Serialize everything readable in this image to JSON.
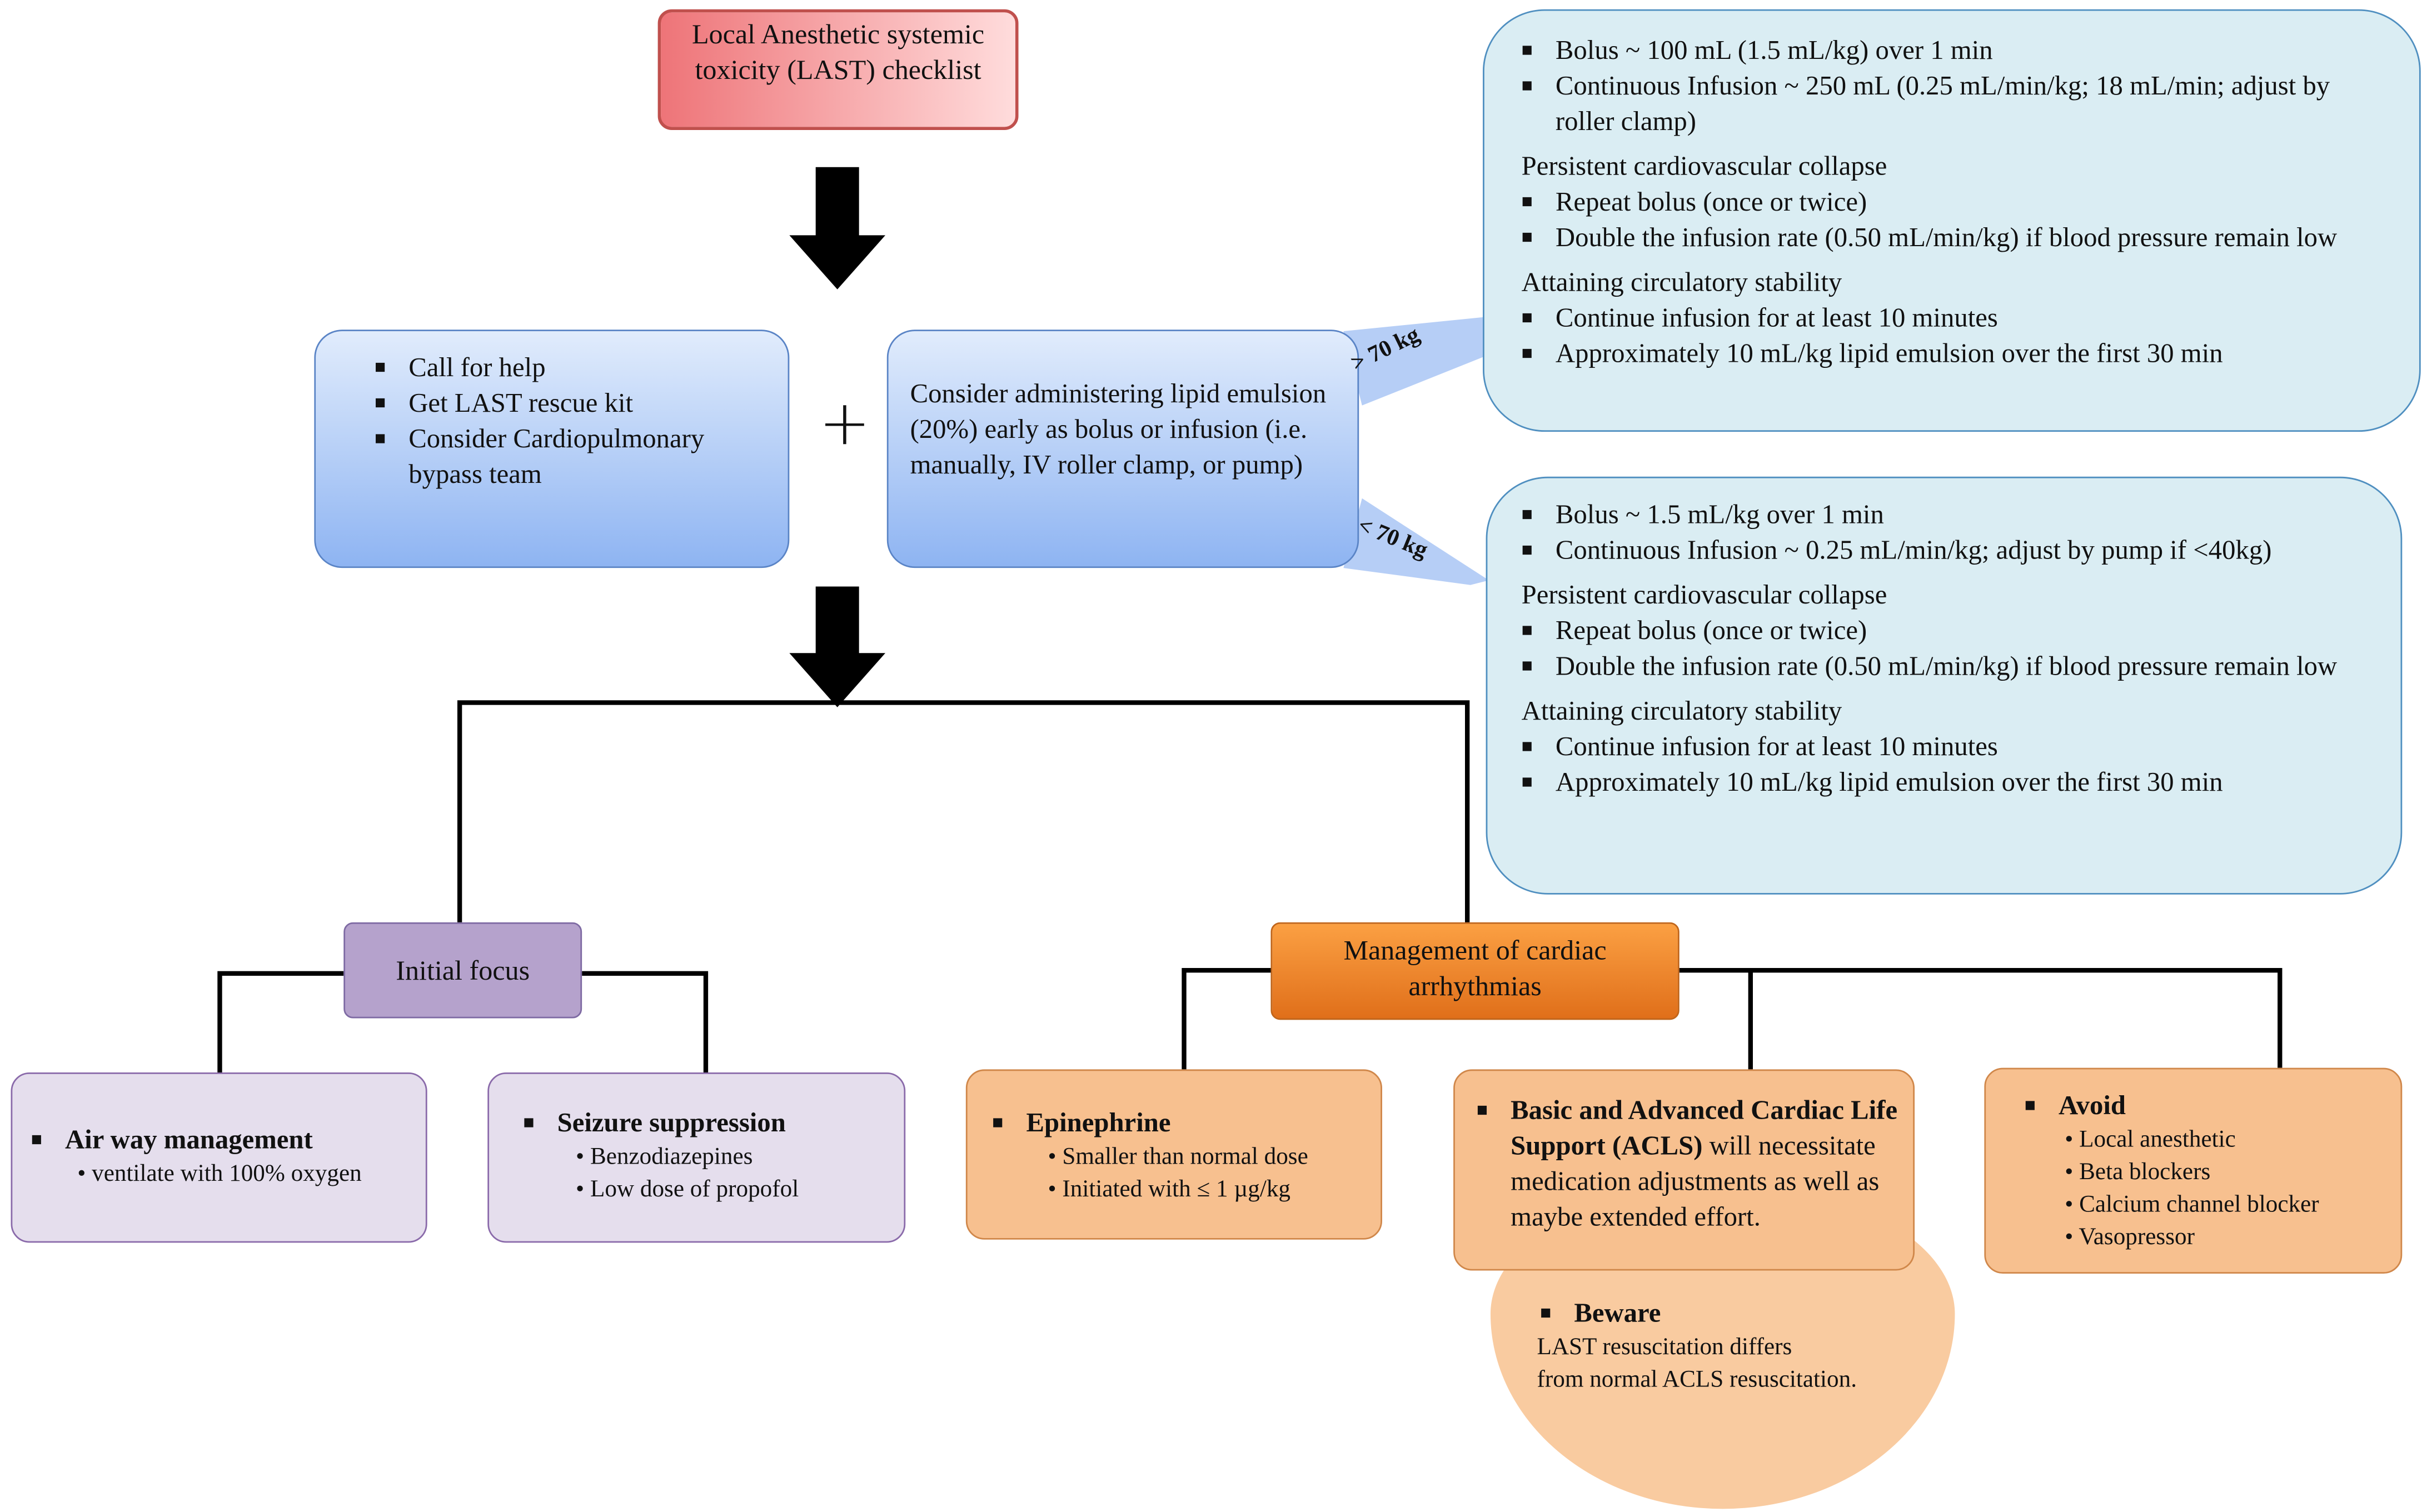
{
  "title": "Local Anesthetic systemic toxicity (LAST) checklist",
  "initial_actions": [
    "Call for help",
    "Get LAST rescue kit",
    "Consider Cardiopulmonary bypass team"
  ],
  "lipid_text": "Consider administering lipid emulsion (20%) early as bolus or infusion (i.e. manually, IV roller clamp, or pump)",
  "weight_over": "> 70 kg",
  "weight_under": "< 70 kg",
  "over70": {
    "items": [
      "Bolus ~ 100 mL (1.5 mL/kg) over 1 min",
      "Continuous Infusion ~ 250 mL (0.25 mL/min/kg; 18 mL/min; adjust by roller clamp)"
    ],
    "collapse_heading": "Persistent cardiovascular collapse",
    "collapse_items": [
      "Repeat bolus (once or twice)",
      "Double the infusion rate (0.50 mL/min/kg) if  blood pressure remain low"
    ],
    "stability_heading": "Attaining circulatory stability",
    "stability_items": [
      "Continue infusion for at least 10 minutes",
      "Approximately 10 mL/kg lipid emulsion over the first 30 min"
    ]
  },
  "under70": {
    "items": [
      "Bolus ~ 1.5 mL/kg over 1 min",
      "Continuous Infusion ~ 0.25 mL/min/kg; adjust by pump if <40kg)"
    ],
    "collapse_heading": "Persistent cardiovascular collapse",
    "collapse_items": [
      "Repeat bolus (once or twice)",
      "Double the infusion rate (0.50 mL/min/kg) if  blood pressure remain low"
    ],
    "stability_heading": "Attaining circulatory stability",
    "stability_items": [
      "Continue infusion for at least 10 minutes",
      "Approximately 10 mL/kg lipid emulsion over the first 30 min"
    ]
  },
  "initial_focus": "Initial focus",
  "management": "Management of cardiac arrhythmias",
  "airway": {
    "heading": "Air way management",
    "items": [
      "ventilate with 100% oxygen"
    ]
  },
  "seizure": {
    "heading": "Seizure suppression",
    "items": [
      "Benzodiazepines",
      "Low dose of propofol"
    ]
  },
  "epinephrine": {
    "heading": "Epinephrine",
    "items": [
      "Smaller  than normal dose",
      "Initiated with ≤ 1 µg/kg"
    ]
  },
  "acls": {
    "heading": "Basic and Advanced Cardiac Life Support (ACLS)",
    "rest": "will necessitate medication adjustments as well as maybe extended effort."
  },
  "avoid": {
    "heading": "Avoid",
    "items": [
      "Local anesthetic",
      "Beta blockers",
      "Calcium  channel blocker",
      "Vasopressor"
    ]
  },
  "beware": {
    "heading": "Beware",
    "text_line1": "LAST resuscitation differs",
    "text_line2": "from normal ACLS resuscitation."
  },
  "colors": {
    "title": "#f08080",
    "blue": "#a9c6f5",
    "teal": "#daedf3",
    "purple": "#b5a2cc",
    "orange": "#f58a2c",
    "peach": "#f7c08f"
  }
}
